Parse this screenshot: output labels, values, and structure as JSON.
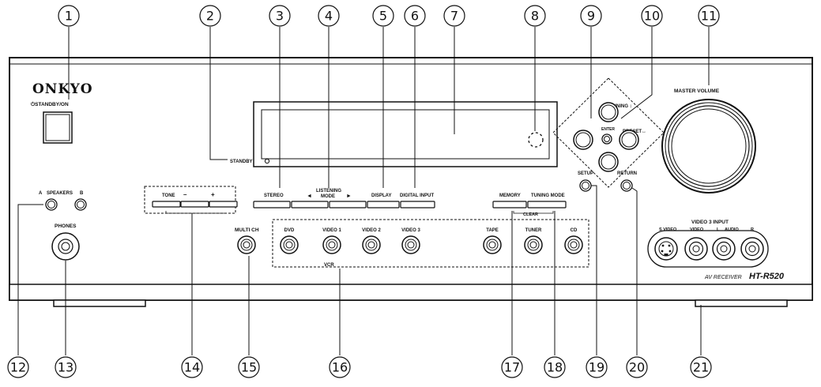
{
  "brand": "ONKYO",
  "standby_on": "⏻STANDBY/ON",
  "standby": "STANDBY",
  "speakers": {
    "a": "A",
    "label": "SPEAKERS",
    "b": "B"
  },
  "phones": "PHONES",
  "tone": {
    "tone": "TONE",
    "minus": "–",
    "plus": "+"
  },
  "multi_ch": "MULTI CH",
  "top_buttons": {
    "stereo": "STEREO",
    "listening_mode_line1": "LISTENING",
    "listening_mode_line2": "MODE",
    "left_arrow": "◄",
    "right_arrow": "►",
    "display": "DISPLAY",
    "digital_input": "DIGITAL INPUT"
  },
  "sources": [
    "DVD",
    "VIDEO 1",
    "VIDEO 2",
    "VIDEO 3",
    "TAPE",
    "TUNER",
    "CD"
  ],
  "vcr": "VCR",
  "memory": "MEMORY",
  "tuning_mode": "TUNING MODE",
  "clear": "CLEAR",
  "setup": "SETUP",
  "return": "RETURN",
  "tuning": "TUNING ↕",
  "enter": "ENTER",
  "preset": "PRESET↔",
  "master_volume": "MASTER VOLUME",
  "video3_input": {
    "title": "VIDEO 3 INPUT",
    "s_video": "S VIDEO",
    "video": "VIDEO",
    "audio_l": "L",
    "audio": "AUDIO",
    "audio_r": "R"
  },
  "model": {
    "prefix": "AV RECEIVER",
    "name": "HT-R520"
  },
  "callouts": [
    "1",
    "2",
    "3",
    "4",
    "5",
    "6",
    "7",
    "8",
    "9",
    "10",
    "11",
    "12",
    "13",
    "14",
    "15",
    "16",
    "17",
    "18",
    "19",
    "20",
    "21"
  ]
}
